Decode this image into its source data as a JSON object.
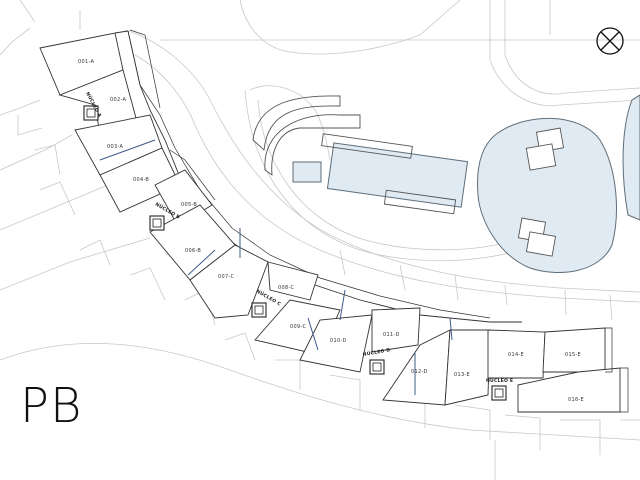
{
  "floor": {
    "label": "PB"
  },
  "compass": {
    "icon": "north-arrow-icon"
  },
  "units": [
    {
      "id": "001-A"
    },
    {
      "id": "002-A"
    },
    {
      "id": "003-A"
    },
    {
      "id": "004-B"
    },
    {
      "id": "005-B"
    },
    {
      "id": "006-B"
    },
    {
      "id": "007-C"
    },
    {
      "id": "008-C"
    },
    {
      "id": "009-C"
    },
    {
      "id": "010-D"
    },
    {
      "id": "011-D"
    },
    {
      "id": "012-D"
    },
    {
      "id": "013-E"
    },
    {
      "id": "014-E"
    },
    {
      "id": "015-E"
    },
    {
      "id": "016-E"
    }
  ],
  "cores": [
    {
      "label": "NÚCLEO A"
    },
    {
      "label": "NÚCLEO B"
    },
    {
      "label": "NÚCLEO C"
    },
    {
      "label": "NÚCLEO D"
    },
    {
      "label": "NÚCLEO E"
    }
  ],
  "colors": {
    "line": "#333333",
    "site": "#c8c8c8",
    "water": "#dfeaf3",
    "accent": "#3d5a8a"
  }
}
